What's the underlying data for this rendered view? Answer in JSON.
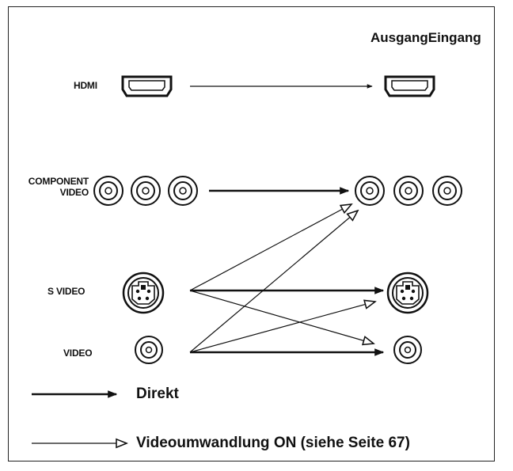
{
  "header": {
    "output_label": "Ausgang",
    "input_label": "Eingang"
  },
  "rows": {
    "hdmi": "HDMI",
    "component_line1": "COMPONENT",
    "component_line2": "VIDEO",
    "svideo": "S VIDEO",
    "video": "VIDEO"
  },
  "legend": {
    "direct": "Direkt",
    "conversion": "Videoumwandlung ON (siehe Seite 67)"
  },
  "colors": {
    "ink": "#111111",
    "background": "#ffffff"
  },
  "icons": [
    "hdmi-port-icon",
    "rca-jack-icon",
    "s-video-port-icon",
    "solid-arrow-icon",
    "open-arrow-icon"
  ]
}
